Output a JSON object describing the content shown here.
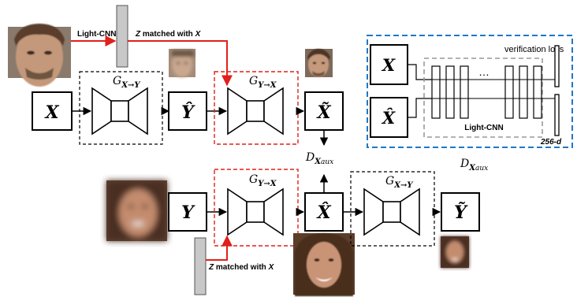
{
  "top_row": {
    "lightcnn_label": "Light-CNN",
    "z_label_prefix": "Z",
    "z_label_suffix": " matched with ",
    "z_label_x": "X",
    "input_symbol": "X",
    "gen1_label": "G",
    "gen1_sub": "X→Y",
    "yhat_symbol": "Ŷ",
    "gen2_label": "G",
    "gen2_sub": "Y→X",
    "xtilde_symbol": "X̃",
    "disc_label": "D",
    "disc_sub_bold": "X",
    "disc_sub_ital": "aux"
  },
  "bottom_row": {
    "input_symbol": "Y",
    "gen1_label": "G",
    "gen1_sub": "Y→X",
    "xhat_symbol": "X̂",
    "gen2_label": "G",
    "gen2_sub": "X→Y",
    "ytilde_symbol": "Ỹ",
    "z_label_prefix": "Z",
    "z_label_suffix": " matched with ",
    "z_label_x": "X"
  },
  "discriminator_panel": {
    "verification_loss": "verification loss",
    "x_symbol": "X",
    "xhat_symbol": "X̂",
    "dots": "…",
    "lightcnn_label": "Light-CNN",
    "feature_dim": "256-d",
    "caption_label": "D",
    "caption_sub_bold": "X",
    "caption_sub_ital": "aux"
  },
  "colors": {
    "red": "#e0201b",
    "blue": "#1f78c8",
    "gray": "#999999",
    "bar_gray": "#c8c8c8",
    "skin": "#b98a6e",
    "hair_dark": "#3a2418"
  }
}
